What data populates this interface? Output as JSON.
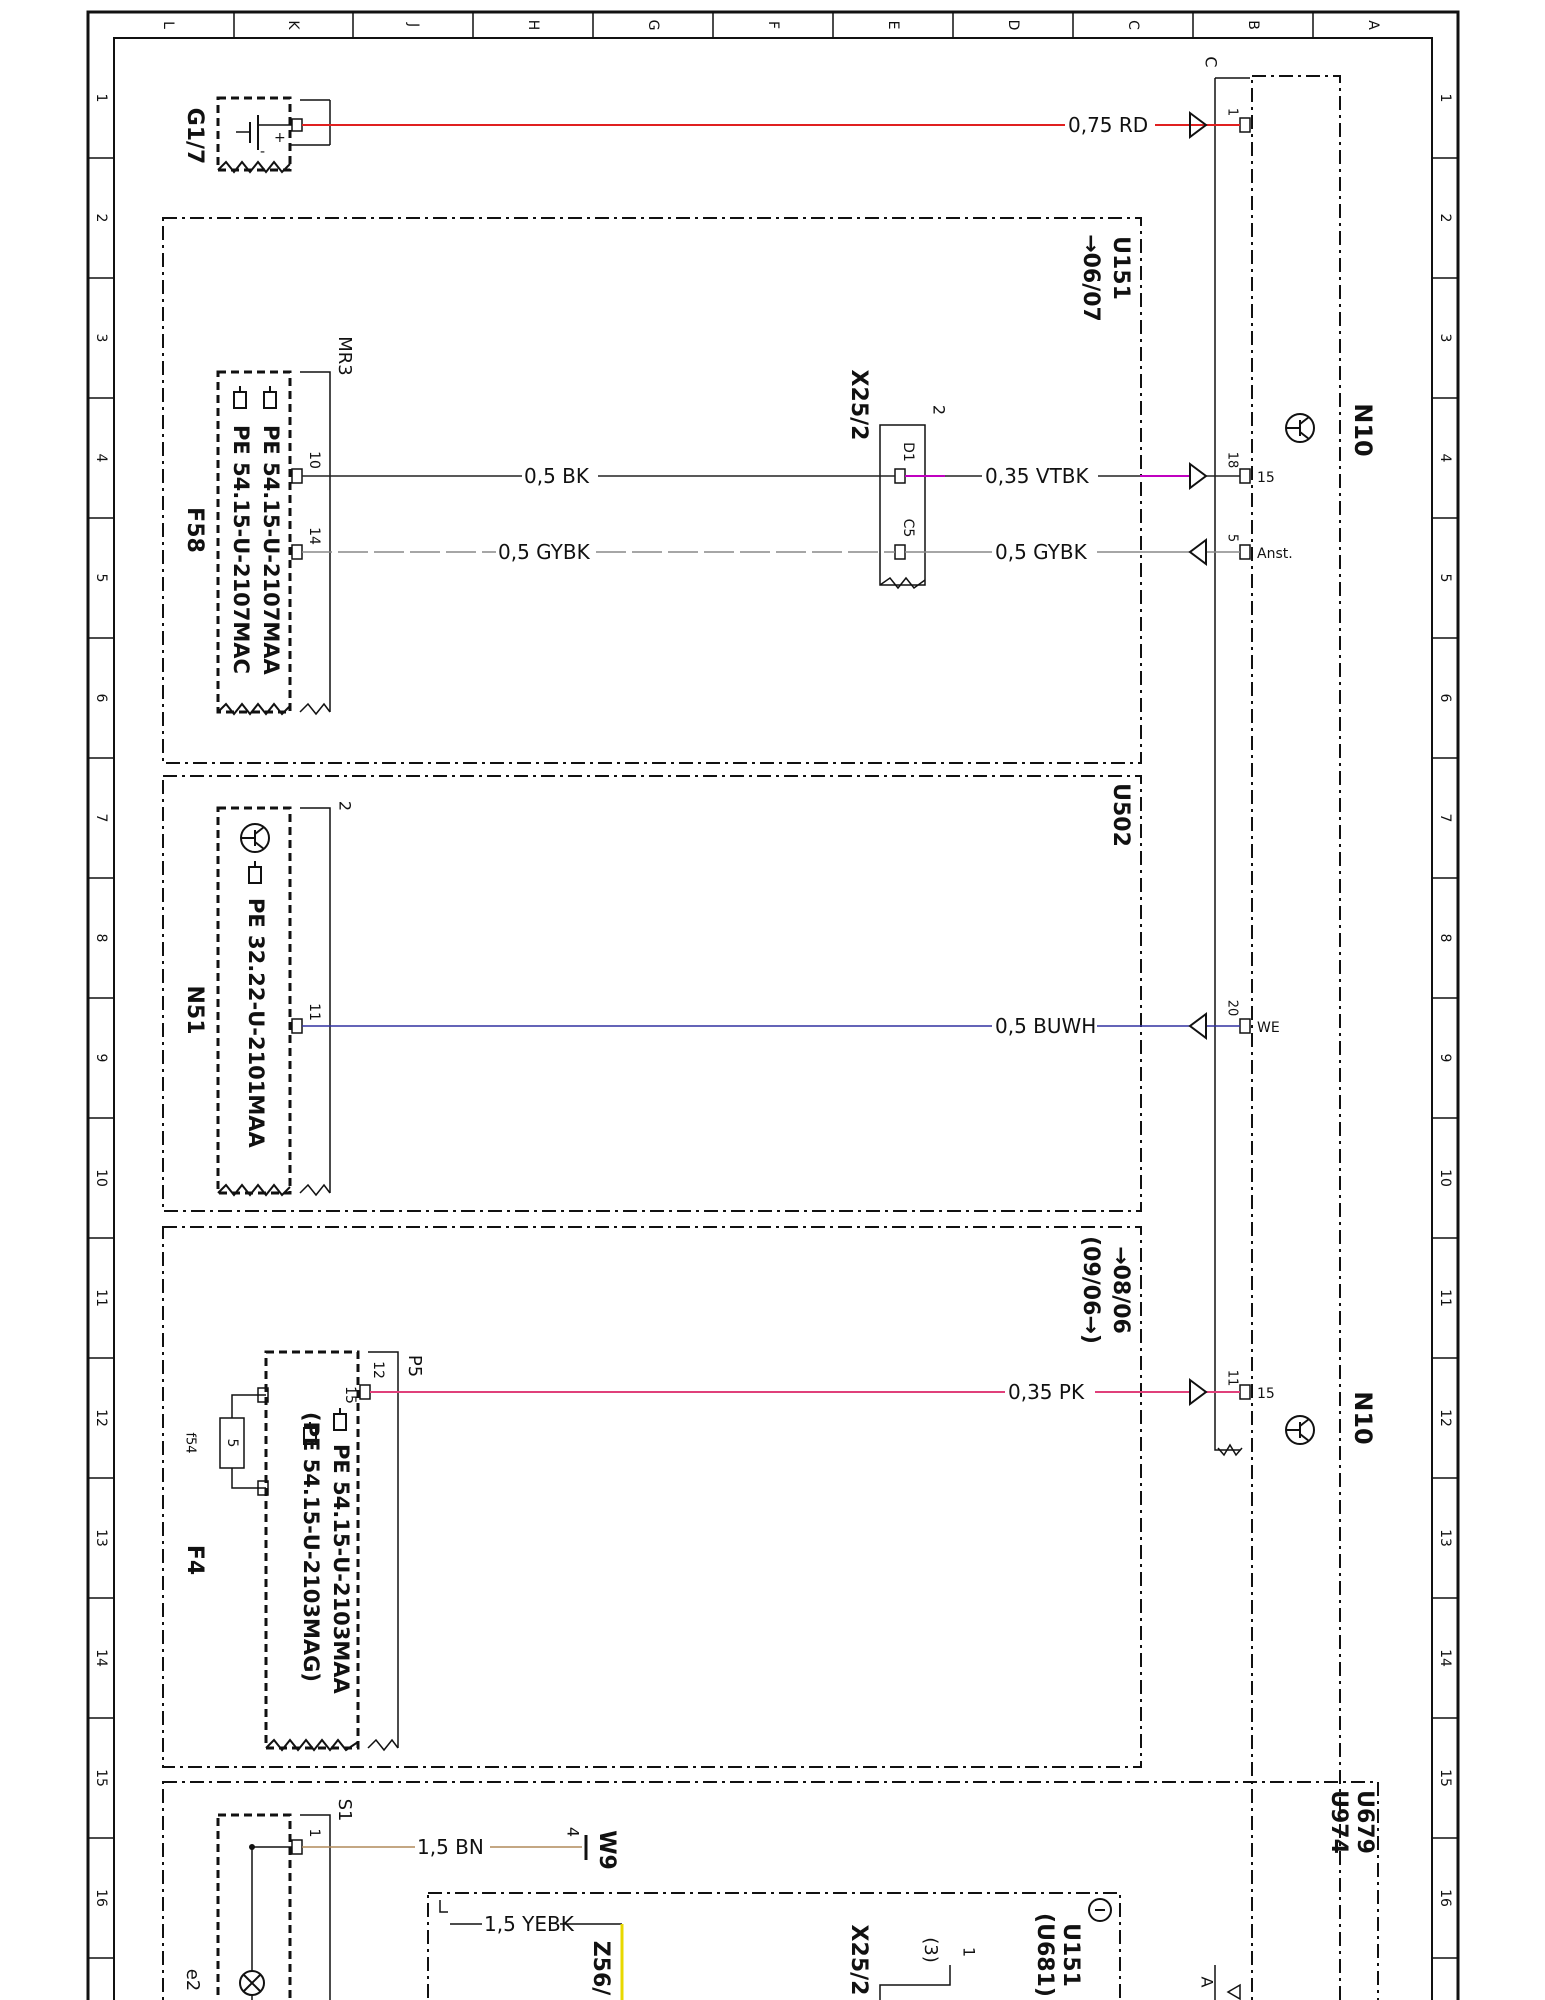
{
  "colors": {
    "red_wire": "#e02020",
    "black_wire": "#222222",
    "violet_wire": "#c000c0",
    "gray_wire": "#888888",
    "blue_wire": "#3030a0",
    "pink_wire": "#e0407a",
    "brown_wire": "#b08a5a",
    "yellow_wire": "#e8d800",
    "line": "#111111"
  },
  "border": {
    "columns": [
      "L",
      "K",
      "J",
      "H",
      "G",
      "F",
      "E",
      "D",
      "C",
      "B",
      "A"
    ],
    "rows": [
      "1",
      "2",
      "3",
      "4",
      "5",
      "6",
      "7",
      "8",
      "9",
      "10",
      "11",
      "12",
      "13",
      "14",
      "15",
      "16"
    ]
  },
  "components": {
    "g17": {
      "label": "G1/7",
      "plus": "+",
      "minus": "-"
    },
    "n10_top": {
      "label": "N10",
      "connector": "C"
    },
    "n10_bottom": {
      "label": "N10"
    },
    "u151_top": {
      "code": "U151",
      "date": "→06/07"
    },
    "f58": {
      "label": "F58",
      "connector": "MR3",
      "ref1": "PE  54.15-U-2107MAA",
      "ref2": "PE  54.15-U-2107MAC",
      "pin_a": "10",
      "pin_b": "14"
    },
    "x25_2_top": {
      "label": "X25/2",
      "num": "2",
      "pin_a": "D1",
      "pin_b": "C5"
    },
    "u502": {
      "code": "U502"
    },
    "n51": {
      "label": "N51",
      "connector": "2",
      "ref": "PE  32.22-U-2101MAA",
      "pin": "11"
    },
    "u_mid": {
      "date1": "→08/06",
      "date2": "(09/06→)"
    },
    "f4": {
      "label": "F4",
      "connector": "P5",
      "ref1": "PE  54.15-U-2103MAA",
      "ref2": "(PE  54.15-U-2103MAG)",
      "pin_a": "12",
      "pin_b": "15",
      "fuse_val": "5",
      "fuse_id": "f54"
    },
    "u679": {
      "code1": "U679",
      "code2": "U974"
    },
    "bottom": {
      "s1": "S1",
      "pin1": "1",
      "w9": "W9",
      "w9_pin": "4",
      "z56": "Z56/",
      "x25_2": "X25/2",
      "x25_num": "1",
      "x25_pin": "(3)",
      "u151": "U151",
      "u681": "(U681)",
      "e2": "e2",
      "conn_a": "A"
    }
  },
  "pins_n10": [
    {
      "pin": "1",
      "term": ""
    },
    {
      "pin": "18",
      "term": "15"
    },
    {
      "pin": "5",
      "term": "Anst."
    },
    {
      "pin": "20",
      "term": "WE"
    },
    {
      "pin": "11",
      "term": "15"
    }
  ],
  "wires": [
    {
      "label": "0,75 RD"
    },
    {
      "label": "0,5 BK"
    },
    {
      "label": "0,35 VTBK"
    },
    {
      "label": "0,5 GYBK"
    },
    {
      "label": "0,5 GYBK"
    },
    {
      "label": "0,5 BUWH"
    },
    {
      "label": "0,35 PK"
    },
    {
      "label": "1,5 BN"
    },
    {
      "label": "1,5 YEBK"
    }
  ]
}
